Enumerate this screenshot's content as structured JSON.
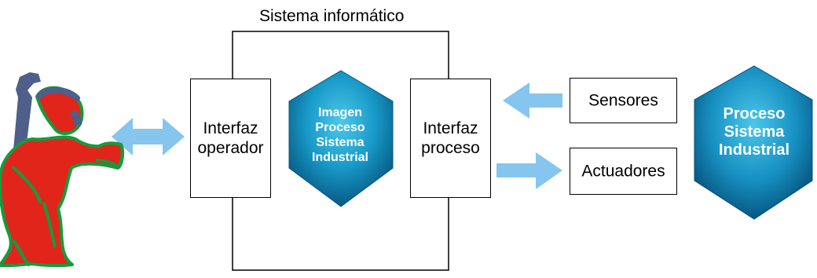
{
  "diagram": {
    "title": "Sistema informático",
    "operator_interface": {
      "label": "Interfaz\noperador"
    },
    "image_hexagon": {
      "label": "Imagen\nProceso\nSistema\nIndustrial"
    },
    "process_interface": {
      "label": "Interfaz\nproceso"
    },
    "sensors": {
      "label": "Sensores"
    },
    "actuators": {
      "label": "Actuadores"
    },
    "process_hexagon": {
      "label": "Proceso\nSistema\nIndustrial"
    },
    "colors": {
      "arrow": "#86c6ee",
      "hex_light": "#45c3e5",
      "hex_dark": "#075a83",
      "operator_red": "#e1251b",
      "operator_outline": "#159b3d",
      "operator_cap": "#4e5f89"
    }
  }
}
